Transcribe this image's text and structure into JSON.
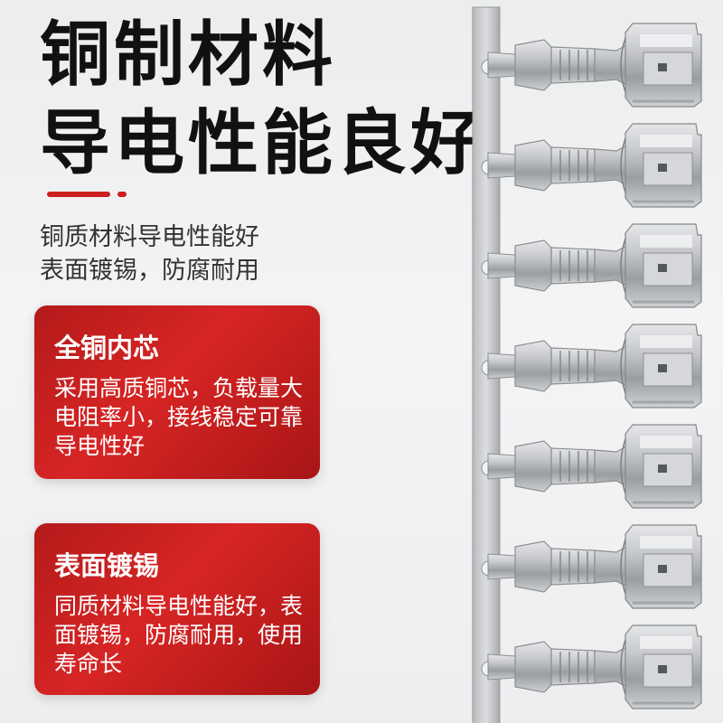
{
  "headline": {
    "line1": "铜制材料",
    "line2": "导电性能良好"
  },
  "colors": {
    "accent": "#cc1f1f",
    "card_red": "#c91f1f",
    "text_dark": "#111111"
  },
  "intro": {
    "lines": [
      "铜质材料导电性能好",
      "表面镀锡，防腐耐用"
    ]
  },
  "cards": [
    {
      "title": "全铜内芯",
      "lines": [
        "采用高质铜芯，负载量大",
        "电阻率小，接线稳定可靠",
        "导电性好"
      ]
    },
    {
      "title": "表面镀锡",
      "lines": [
        "同质材料导电性能好，表",
        "面镀锡，防腐耐用，使用",
        "寿命长"
      ]
    }
  ],
  "product": {
    "image": "terminal-strip-icon",
    "terminal_count": 7
  }
}
